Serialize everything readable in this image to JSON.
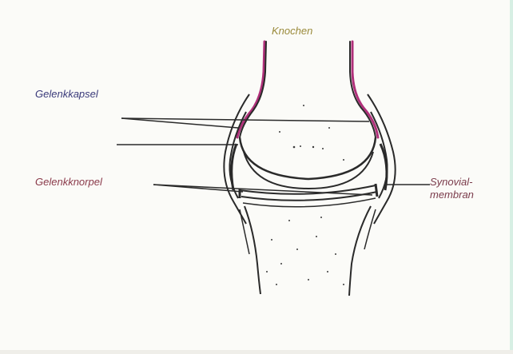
{
  "labels": {
    "bone": "Knochen",
    "capsule": "Gelenkkapsel",
    "cartilage": "Gelenkknorpel",
    "synovial_line1": "Synovial-",
    "synovial_line2": "membran"
  },
  "colors": {
    "background": "#fbfbf8",
    "ink": "#2a2a2a",
    "label_bone": "#9a8a3a",
    "label_capsule": "#3a3a7a",
    "label_cartilage": "#8a3a4a",
    "label_synovial": "#7a3a4a",
    "bone_edge_magenta": "#b0307a"
  }
}
